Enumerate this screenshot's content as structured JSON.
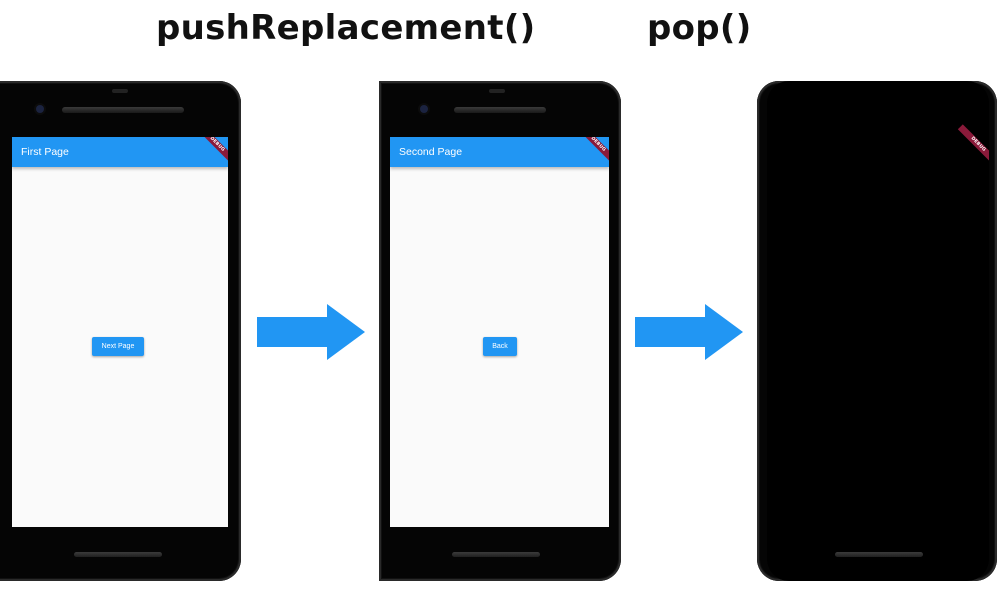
{
  "headings": {
    "step1": "pushReplacement()",
    "step2": "pop()"
  },
  "phones": [
    {
      "appbar_title": "First Page",
      "button_label": "Next Page",
      "debug_banner": "DEBUG"
    },
    {
      "appbar_title": "Second Page",
      "button_label": "Back",
      "debug_banner": "DEBUG"
    },
    {
      "debug_banner": "DEBUG"
    }
  ],
  "colors": {
    "primary": "#2196f3",
    "screen_background": "#fafafa",
    "black_screen": "#000000",
    "debug_banner": "#8a1a3a",
    "arrow": "#2196f3"
  },
  "icons": {
    "transition_arrow": "right-arrow-icon"
  }
}
